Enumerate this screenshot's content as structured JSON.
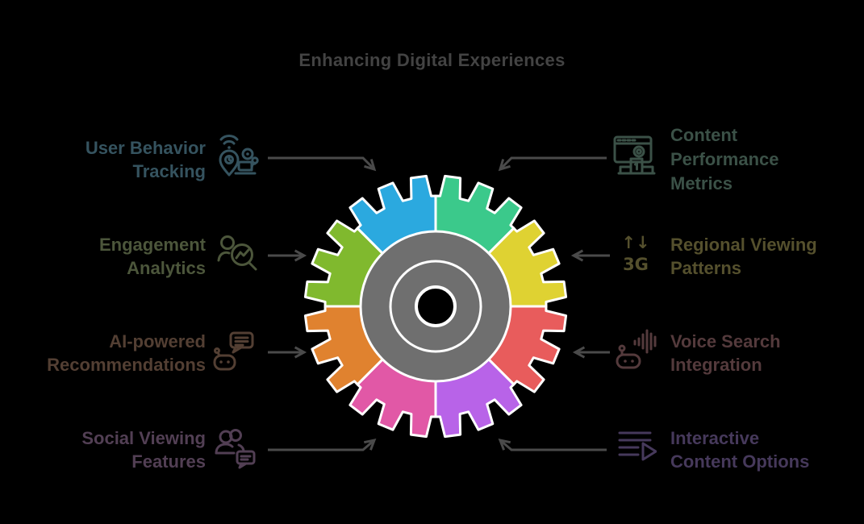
{
  "title": {
    "text": "Enhancing Digital Experiences",
    "color": "#434343"
  },
  "background_color": "#000000",
  "arrow_color": "#4A4A4A",
  "gear": {
    "center_color": "#6F6F6F",
    "outline_color": "#FFFFFF",
    "hole_color": "#000000",
    "segments_clockwise_from_top": [
      {
        "label": "Content Performance Metrics",
        "color": "#3BC98B"
      },
      {
        "label": "Regional Viewing Patterns",
        "color": "#DFD232"
      },
      {
        "label": "Voice Search Integration",
        "color": "#E85C5C"
      },
      {
        "label": "Interactive Content Options",
        "color": "#B863E8"
      },
      {
        "label": "Social Viewing Features",
        "color": "#E158A6"
      },
      {
        "label": "AI-powered Recommendations",
        "color": "#E0822F"
      },
      {
        "label": "Engagement Analytics",
        "color": "#80B92E"
      },
      {
        "label": "User Behavior Tracking",
        "color": "#2BA9DF"
      }
    ]
  },
  "items": [
    {
      "id": "user-behavior-tracking",
      "lines": [
        "User Behavior",
        "Tracking"
      ],
      "color": "#35535F",
      "icon": "location-pin-wifi-user-icon",
      "side": "left"
    },
    {
      "id": "engagement-analytics",
      "lines": [
        "Engagement",
        "Analytics"
      ],
      "color": "#4C563B",
      "icon": "person-magnifier-chart-icon",
      "side": "left"
    },
    {
      "id": "ai-powered-recommendations",
      "lines": [
        "AI-powered",
        "Recommendations"
      ],
      "color": "#533F33",
      "icon": "robot-chat-bubble-icon",
      "side": "left"
    },
    {
      "id": "social-viewing-features",
      "lines": [
        "Social Viewing",
        "Features"
      ],
      "color": "#523F54",
      "icon": "people-chat-bubble-icon",
      "side": "left"
    },
    {
      "id": "content-performance-metrics",
      "lines": [
        "Content",
        "Performance",
        "Metrics"
      ],
      "color": "#3B5147",
      "icon": "browser-award-podium-icon",
      "side": "right"
    },
    {
      "id": "regional-viewing-patterns",
      "lines": [
        "Regional Viewing",
        "Patterns"
      ],
      "color": "#55502D",
      "icon": "arrows-3g-icon",
      "icon_text": "↑↓\n3G",
      "side": "right"
    },
    {
      "id": "voice-search-integration",
      "lines": [
        "Voice Search",
        "Integration"
      ],
      "color": "#543A3C",
      "icon": "robot-sound-waves-icon",
      "side": "right"
    },
    {
      "id": "interactive-content-options",
      "lines": [
        "Interactive",
        "Content Options"
      ],
      "color": "#46395B",
      "icon": "playlist-play-icon",
      "side": "right"
    }
  ]
}
